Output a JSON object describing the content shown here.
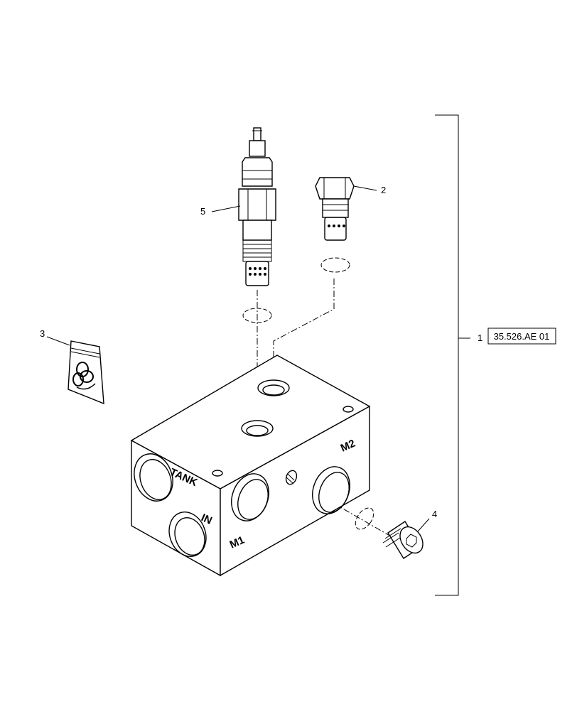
{
  "callouts": {
    "item1": "1",
    "item2": "2",
    "item3": "3",
    "item4": "4",
    "item5": "5"
  },
  "reference_box": "35.526.AE 01",
  "port_labels": {
    "tank": "TANK",
    "in": "IN",
    "m1": "M1",
    "m2": "M2"
  }
}
